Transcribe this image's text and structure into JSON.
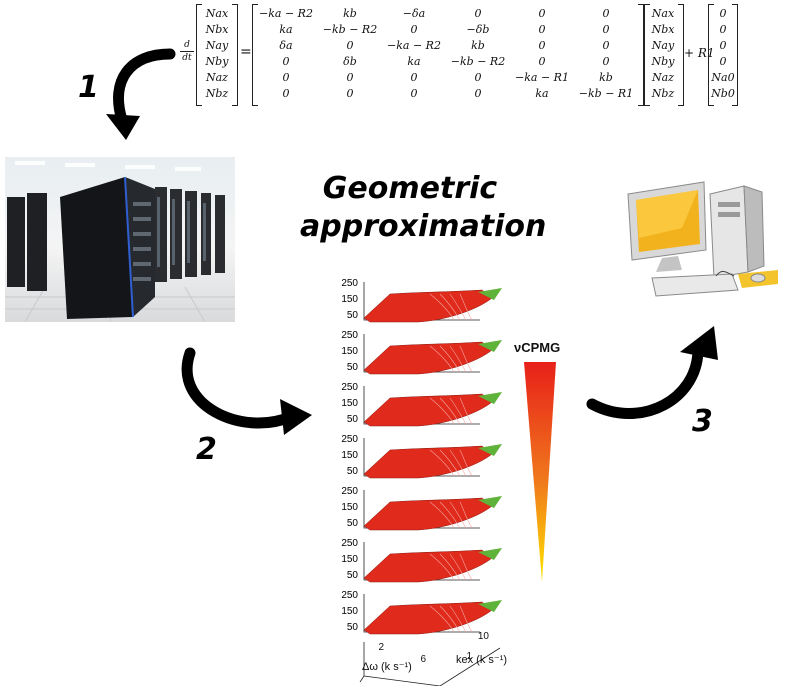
{
  "equation": {
    "derivative_top": "d",
    "derivative_bottom": "dt",
    "lhs_vector": [
      "Nax",
      "Nbx",
      "Nay",
      "Nby",
      "Naz",
      "Nbz"
    ],
    "matrix": [
      [
        "−ka − R2",
        "kb",
        "−δa",
        "0",
        "0",
        "0"
      ],
      [
        "ka",
        "−kb − R2",
        "0",
        "−δb",
        "0",
        "0"
      ],
      [
        "δa",
        "0",
        "−ka − R2",
        "kb",
        "0",
        "0"
      ],
      [
        "0",
        "δb",
        "ka",
        "−kb − R2",
        "0",
        "0"
      ],
      [
        "0",
        "0",
        "0",
        "0",
        "−ka − R1",
        "kb"
      ],
      [
        "0",
        "0",
        "0",
        "0",
        "ka",
        "−kb − R1"
      ]
    ],
    "rhs_vector": [
      "Nax",
      "Nbx",
      "Nay",
      "Nby",
      "Naz",
      "Nbz"
    ],
    "plus_r1": "+ R1",
    "const_vector": [
      "0",
      "0",
      "0",
      "0",
      "Na0",
      "Nb0"
    ],
    "equals": "="
  },
  "title": {
    "line1": "Geometric",
    "line2": "approximation"
  },
  "steps": [
    "1",
    "2",
    "3"
  ],
  "legend": {
    "label": "νCPMG",
    "gradient_top": "#e8201a",
    "gradient_bottom": "#ffe400"
  },
  "colors": {
    "surface": "#e02a1c",
    "surface_edge": "#8a1a10",
    "surface_green": "#5fb23a",
    "arrow": "#000000"
  },
  "chart_data": {
    "type": "surface-stack",
    "panel_count": 7,
    "z_ticks": [
      "250",
      "150",
      "50"
    ],
    "x_ticks": [
      "2",
      "6"
    ],
    "y_ticks": [
      "1",
      "10"
    ],
    "xlabel": "Δω (k s⁻¹)",
    "ylabel": "kex (k s⁻¹)"
  },
  "icons": [
    "supercomputer-photo",
    "desktop-computer-icon",
    "curved-arrow-icon"
  ]
}
